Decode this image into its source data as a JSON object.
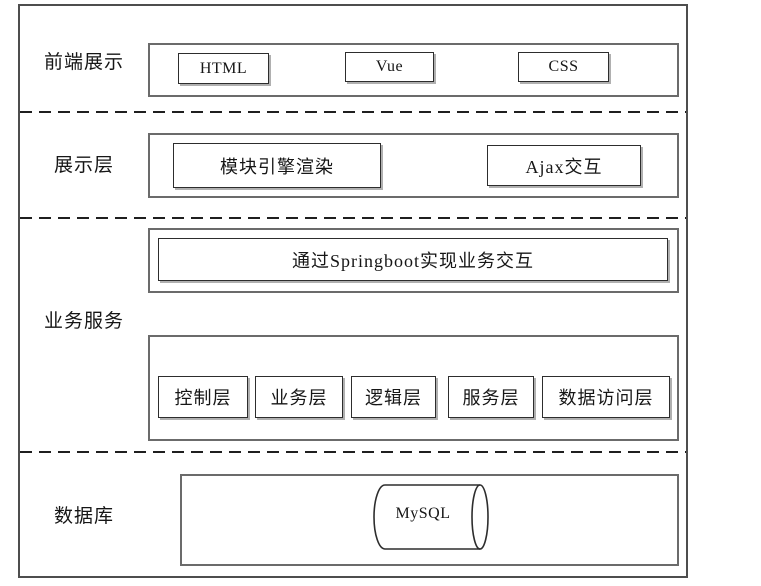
{
  "diagram": {
    "title": "layered-web-architecture",
    "rows": [
      {
        "label": "前端展示",
        "boxes": [
          {
            "label": "HTML"
          },
          {
            "label": "Vue"
          },
          {
            "label": "CSS"
          }
        ]
      },
      {
        "label": "展示层",
        "boxes": [
          {
            "label": "模块引擎渲染"
          },
          {
            "label": "Ajax交互"
          }
        ]
      },
      {
        "label": "业务服务",
        "banner": "通过Springboot实现业务交互",
        "boxes": [
          {
            "label": "控制层"
          },
          {
            "label": "业务层"
          },
          {
            "label": "逻辑层"
          },
          {
            "label": "服务层"
          },
          {
            "label": "数据访问层"
          }
        ]
      },
      {
        "label": "数据库",
        "database": "MySQL"
      }
    ]
  },
  "colors": {
    "background": "#ffffff",
    "frame_border": "#4e4e4e",
    "container_border": "#6b6b6b",
    "box_border": "#2d2d2d",
    "dash_line": "#1f1f1f",
    "text": "#161616"
  }
}
